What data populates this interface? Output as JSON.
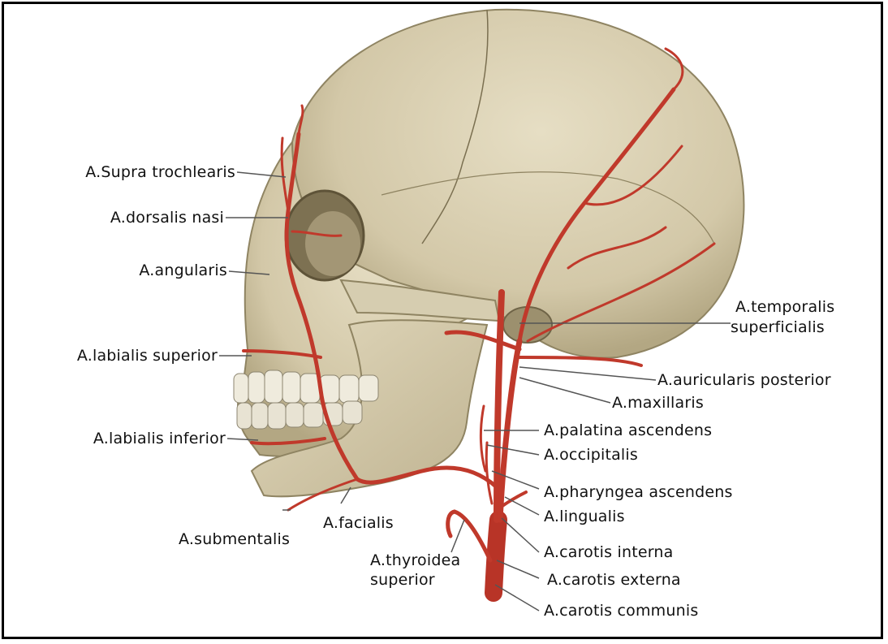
{
  "labels": {
    "supratrochlearis": "A.Supra trochlearis",
    "dorsalis_nasi": "A.dorsalis nasi",
    "angularis": "A.angularis",
    "labialis_superior": "A.labialis superior",
    "labialis_inferior": "A.labialis inferior",
    "submentalis": "A.submentalis",
    "facialis": "A.facialis",
    "thyroidea_superior_1": "A.thyroidea",
    "thyroidea_superior_2": "superior",
    "temporalis_1": "A.temporalis",
    "temporalis_2": "superficialis",
    "auricularis_posterior": "A.auricularis posterior",
    "maxillaris": "A.maxillaris",
    "palatina_ascendens": "A.palatina ascendens",
    "occipitalis": "A.occipitalis",
    "pharyngea_ascendens": "A.pharyngea ascendens",
    "lingualis": "A.lingualis",
    "carotis_interna": "A.carotis interna",
    "carotis_externa": "A.carotis externa",
    "carotis_communis": "A.carotis communis"
  },
  "colors": {
    "bone": "#d9d0b4",
    "bone_shadow": "#a89d7c",
    "artery": "#c0392b",
    "artery_dark": "#8e2a1f",
    "teeth": "#eeeadc",
    "leader": "#555555"
  }
}
